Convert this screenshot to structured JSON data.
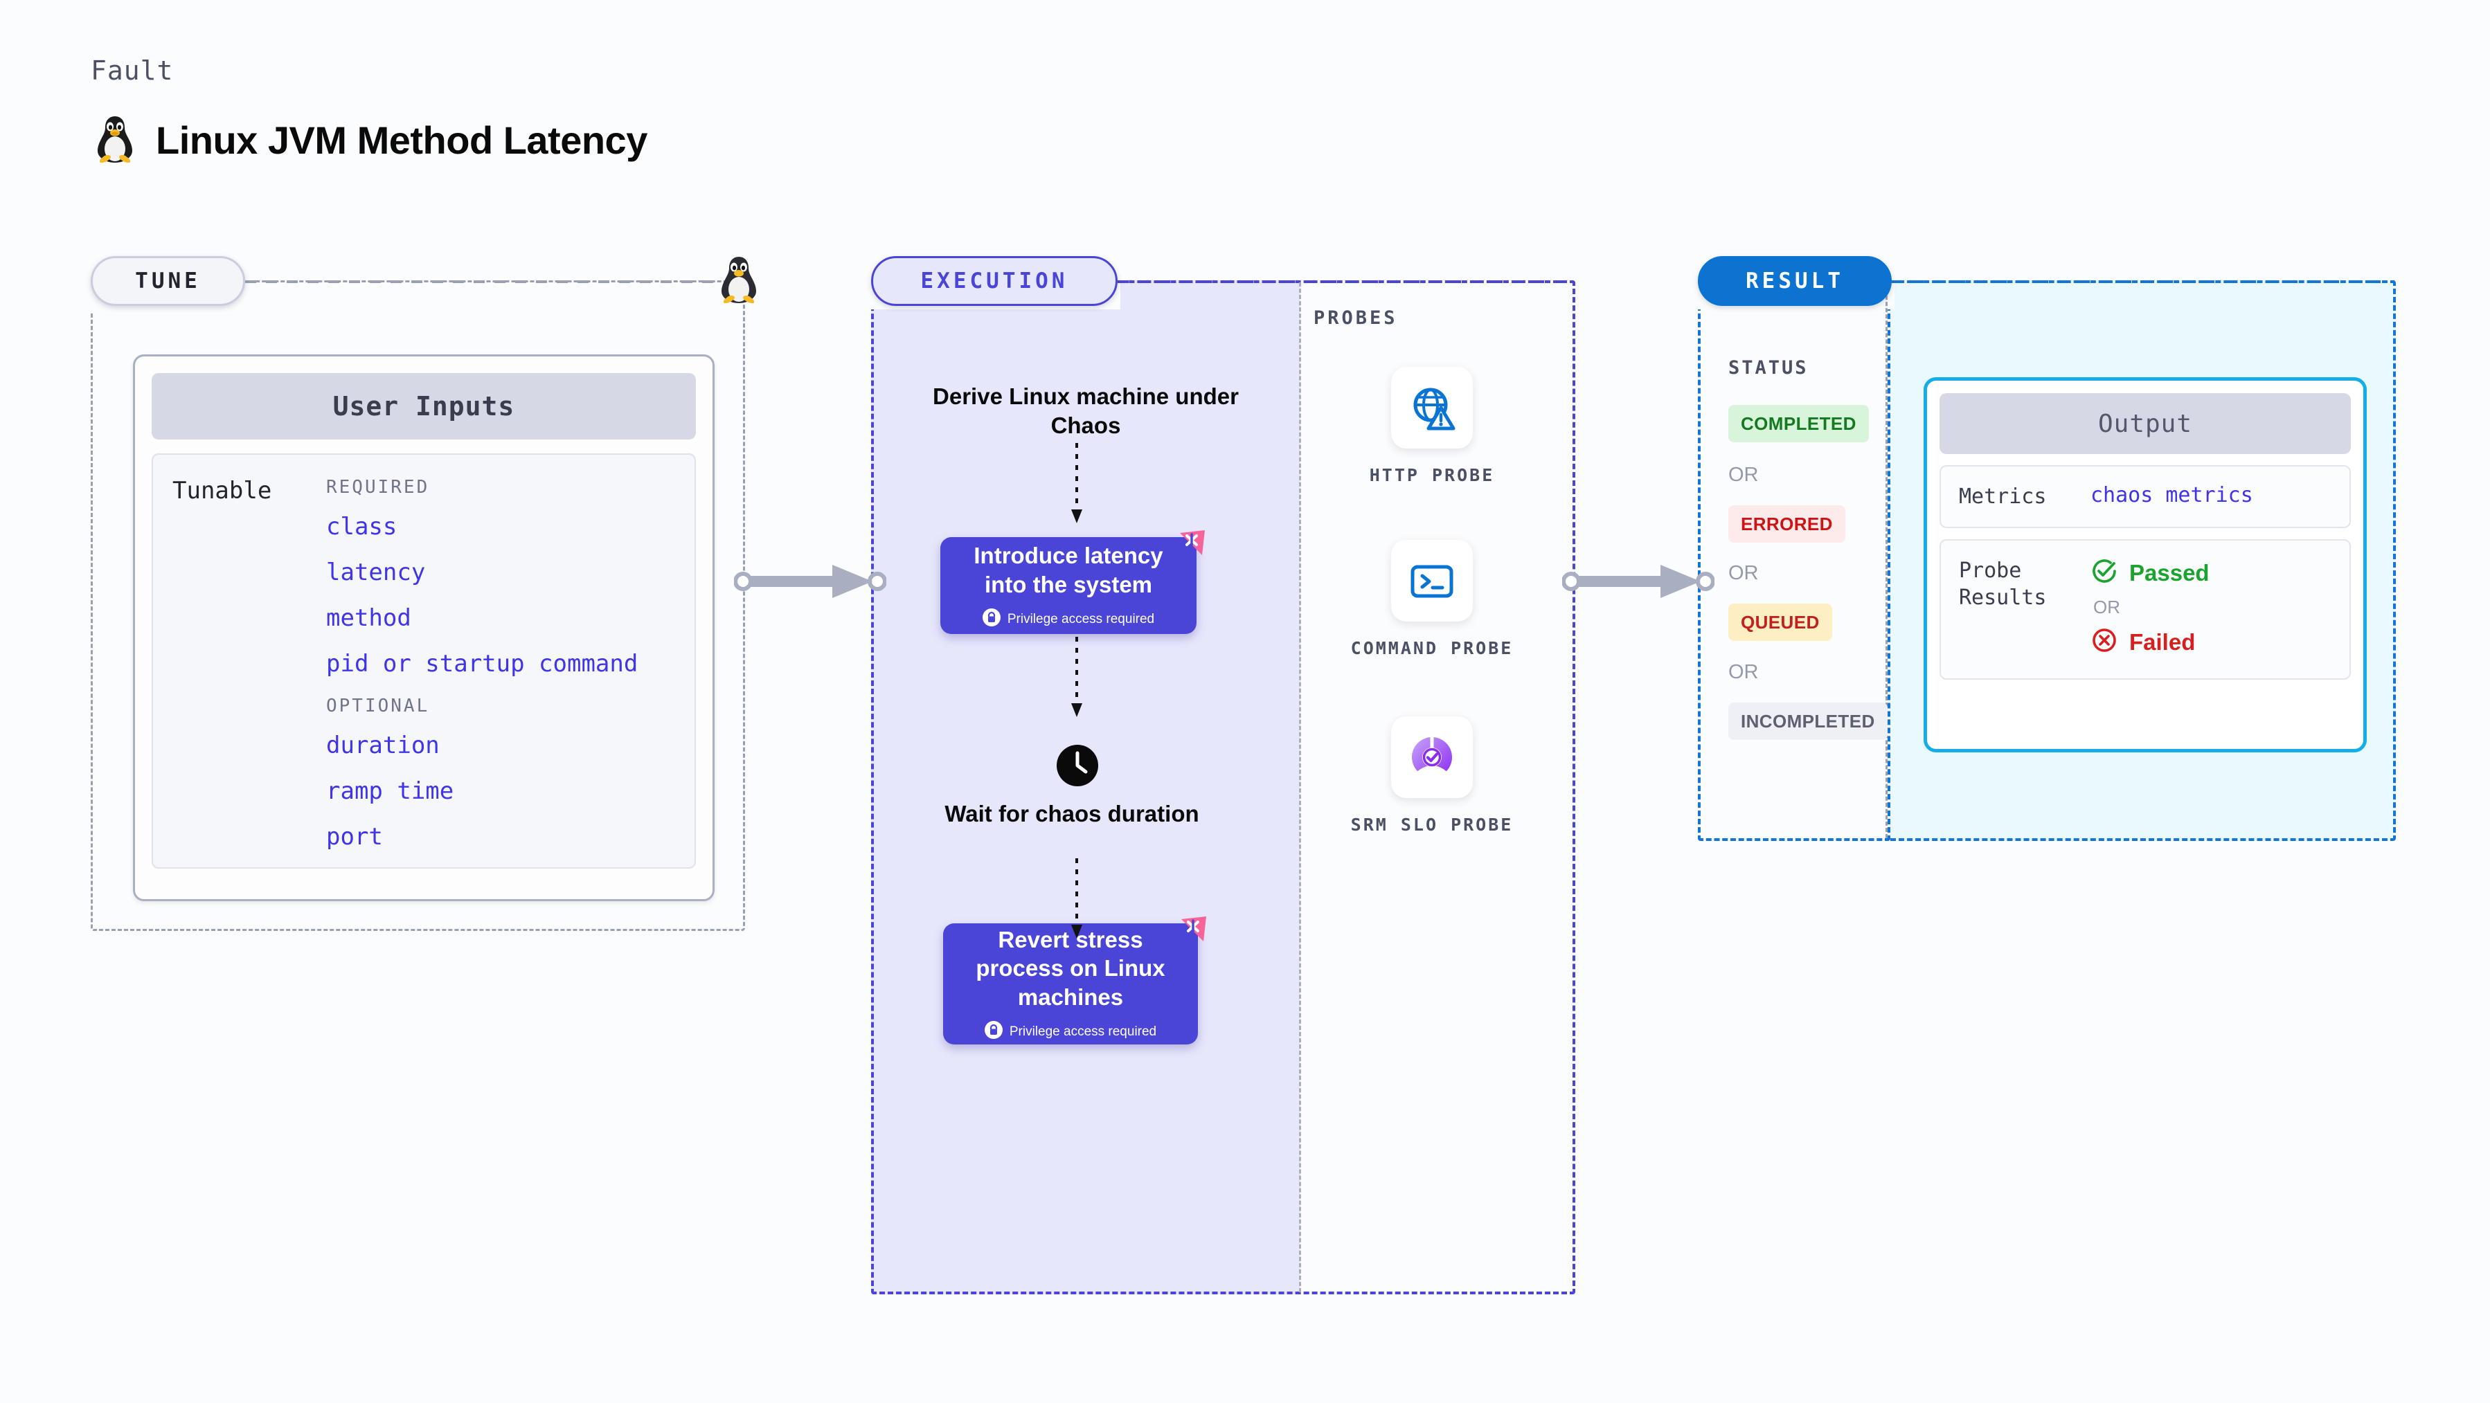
{
  "header": {
    "eyebrow": "Fault",
    "title": "Linux JVM Method Latency",
    "logo_icon": "linux-tux-icon"
  },
  "tune": {
    "pill_label": "TUNE",
    "penguin_icon": "linux-tux-icon",
    "card_title": "User Inputs",
    "section_label": "Tunable",
    "groups": [
      {
        "heading": "REQUIRED",
        "params": [
          "class",
          "latency",
          "method",
          "pid or startup command"
        ]
      },
      {
        "heading": "OPTIONAL",
        "params": [
          "duration",
          "ramp time",
          "port"
        ]
      }
    ]
  },
  "execution": {
    "pill_label": "EXECUTION",
    "steps": [
      {
        "type": "text",
        "label": "Derive Linux machine under Chaos"
      },
      {
        "type": "box",
        "label": "Introduce latency into the system",
        "badge": "Privilege access required",
        "badge_icon": "lock-icon",
        "corner_icon": "chaos-corner-icon"
      },
      {
        "type": "wait",
        "label": "Wait for chaos duration",
        "icon": "clock-icon"
      },
      {
        "type": "box",
        "label": "Revert stress process on Linux machines",
        "badge": "Privilege access required",
        "badge_icon": "lock-icon",
        "corner_icon": "chaos-corner-icon"
      }
    ]
  },
  "probes": {
    "section_label": "PROBES",
    "items": [
      {
        "label": "HTTP PROBE",
        "icon": "globe-warning-icon"
      },
      {
        "label": "COMMAND PROBE",
        "icon": "terminal-icon"
      },
      {
        "label": "SRM SLO PROBE",
        "icon": "slo-check-icon"
      }
    ]
  },
  "result": {
    "pill_label": "RESULT",
    "status_label": "STATUS",
    "or_label": "OR",
    "statuses": [
      {
        "label": "COMPLETED",
        "color": "#137a1f",
        "bg": "#d8f5dc"
      },
      {
        "label": "ERRORED",
        "color": "#cc1414",
        "bg": "#fdeaea"
      },
      {
        "label": "QUEUED",
        "color": "#c21f1f",
        "bg": "#fdeec3"
      },
      {
        "label": "INCOMPLETED",
        "color": "#5c6070",
        "bg": "#eef0f5"
      }
    ],
    "output": {
      "title": "Output",
      "metrics_key": "Metrics",
      "metrics_value": "chaos metrics",
      "probe_results_key": "Probe Results",
      "passed_label": "Passed",
      "failed_label": "Failed",
      "or_label": "OR",
      "passed_icon": "check-circle-icon",
      "failed_icon": "x-circle-icon"
    }
  },
  "connectors": {
    "tune_to_exec_icon": "arrow-right-icon",
    "exec_to_result_icon": "arrow-right-icon"
  },
  "colors": {
    "indigo": "#4a45d6",
    "indigo_bg": "#e7e7fb",
    "blue": "#0c73d1",
    "cyan": "#13aee8",
    "cyan_bg": "#e9f9fe",
    "pink": "#f8649a",
    "page_bg": "#fbfcfd"
  }
}
